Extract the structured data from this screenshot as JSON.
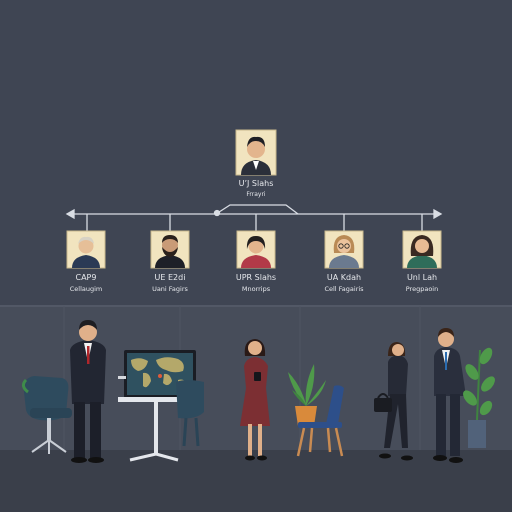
{
  "org_chart": {
    "root": {
      "name": "U’J Slahs",
      "role": "Frrayri",
      "icon": "avatar-man-suit"
    },
    "children": [
      {
        "name": "CAP9",
        "role": "Cellaugim",
        "icon": "avatar-older-man"
      },
      {
        "name": "UE E2di",
        "role": "Uani Fagirs",
        "icon": "avatar-bearded-man"
      },
      {
        "name": "UPR Slahs",
        "role": "Mnorrips",
        "icon": "avatar-woman-short-hair"
      },
      {
        "name": "UA Kdah",
        "role": "Cell Fagairis",
        "icon": "avatar-woman-glasses"
      },
      {
        "name": "Unl Lah",
        "role": "Pregpaoin",
        "icon": "avatar-woman-dark-hair"
      }
    ]
  },
  "scene": {
    "items": [
      "office-chair",
      "man-in-suit",
      "world-map-monitor",
      "woman-with-phone",
      "potted-plant",
      "blue-chair",
      "woman-with-bag",
      "man-in-suit-2",
      "tall-plant"
    ]
  },
  "colors": {
    "sky": "#3f4553",
    "wall": "#474d5a",
    "floor": "#3a3f4a",
    "connector": "#d9dde4",
    "frame": "#f1e4bf"
  }
}
